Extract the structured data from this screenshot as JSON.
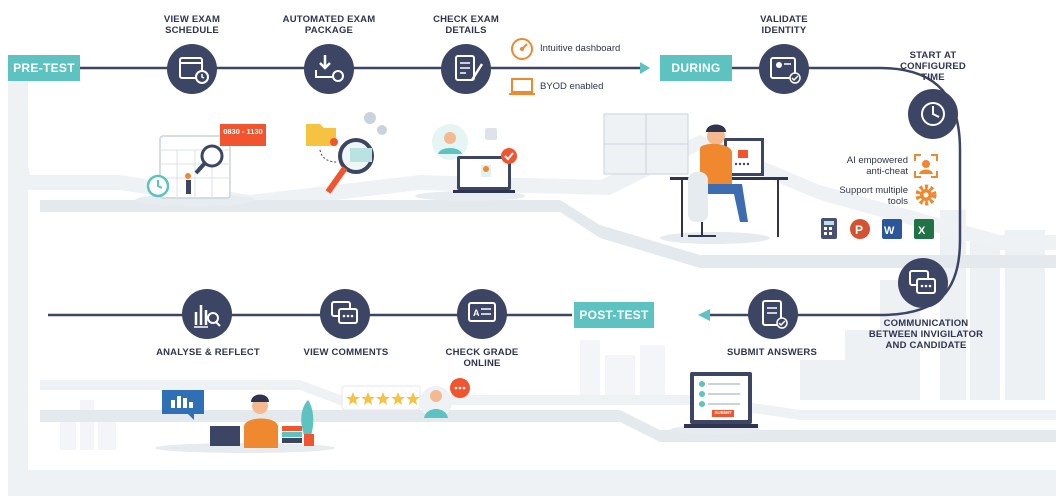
{
  "phases": {
    "pre_test": "PRE-TEST",
    "during": "DURING",
    "post_test": "POST-TEST"
  },
  "steps": {
    "view_exam_schedule": [
      "VIEW EXAM",
      "SCHEDULE"
    ],
    "automated_exam_package": [
      "AUTOMATED EXAM",
      "PACKAGE"
    ],
    "check_exam_details": [
      "CHECK EXAM",
      "DETAILS"
    ],
    "validate_identity": [
      "VALIDATE",
      "IDENTITY"
    ],
    "start_at_configured_time": [
      "START AT",
      "CONFIGURED",
      "TIME"
    ],
    "communication": [
      "COMMUNICATION",
      "BETWEEN INVIGILATOR",
      "AND CANDIDATE"
    ],
    "submit_answers": [
      "SUBMIT ANSWERS"
    ],
    "check_grade_online": [
      "CHECK GRADE",
      "ONLINE"
    ],
    "view_comments": [
      "VIEW COMMENTS"
    ],
    "analyse_reflect": [
      "ANALYSE & REFLECT"
    ]
  },
  "features": {
    "intuitive_dashboard": "Intuitive dashboard",
    "byod_enabled": "BYOD enabled",
    "ai_anti_cheat": [
      "AI empowered",
      "anti-cheat"
    ],
    "support_tools": [
      "Support multiple",
      "tools"
    ]
  },
  "illustration_text": {
    "schedule_time": "0830 - 1130",
    "submit_button": "SUBMIT",
    "office_w": "W",
    "office_x": "X",
    "office_p": "P"
  },
  "colors": {
    "accent": "#5cc3c0",
    "node": "#3d4564",
    "line": "#3d4564",
    "orange": "#f0882f",
    "road": "#eef2f5"
  }
}
